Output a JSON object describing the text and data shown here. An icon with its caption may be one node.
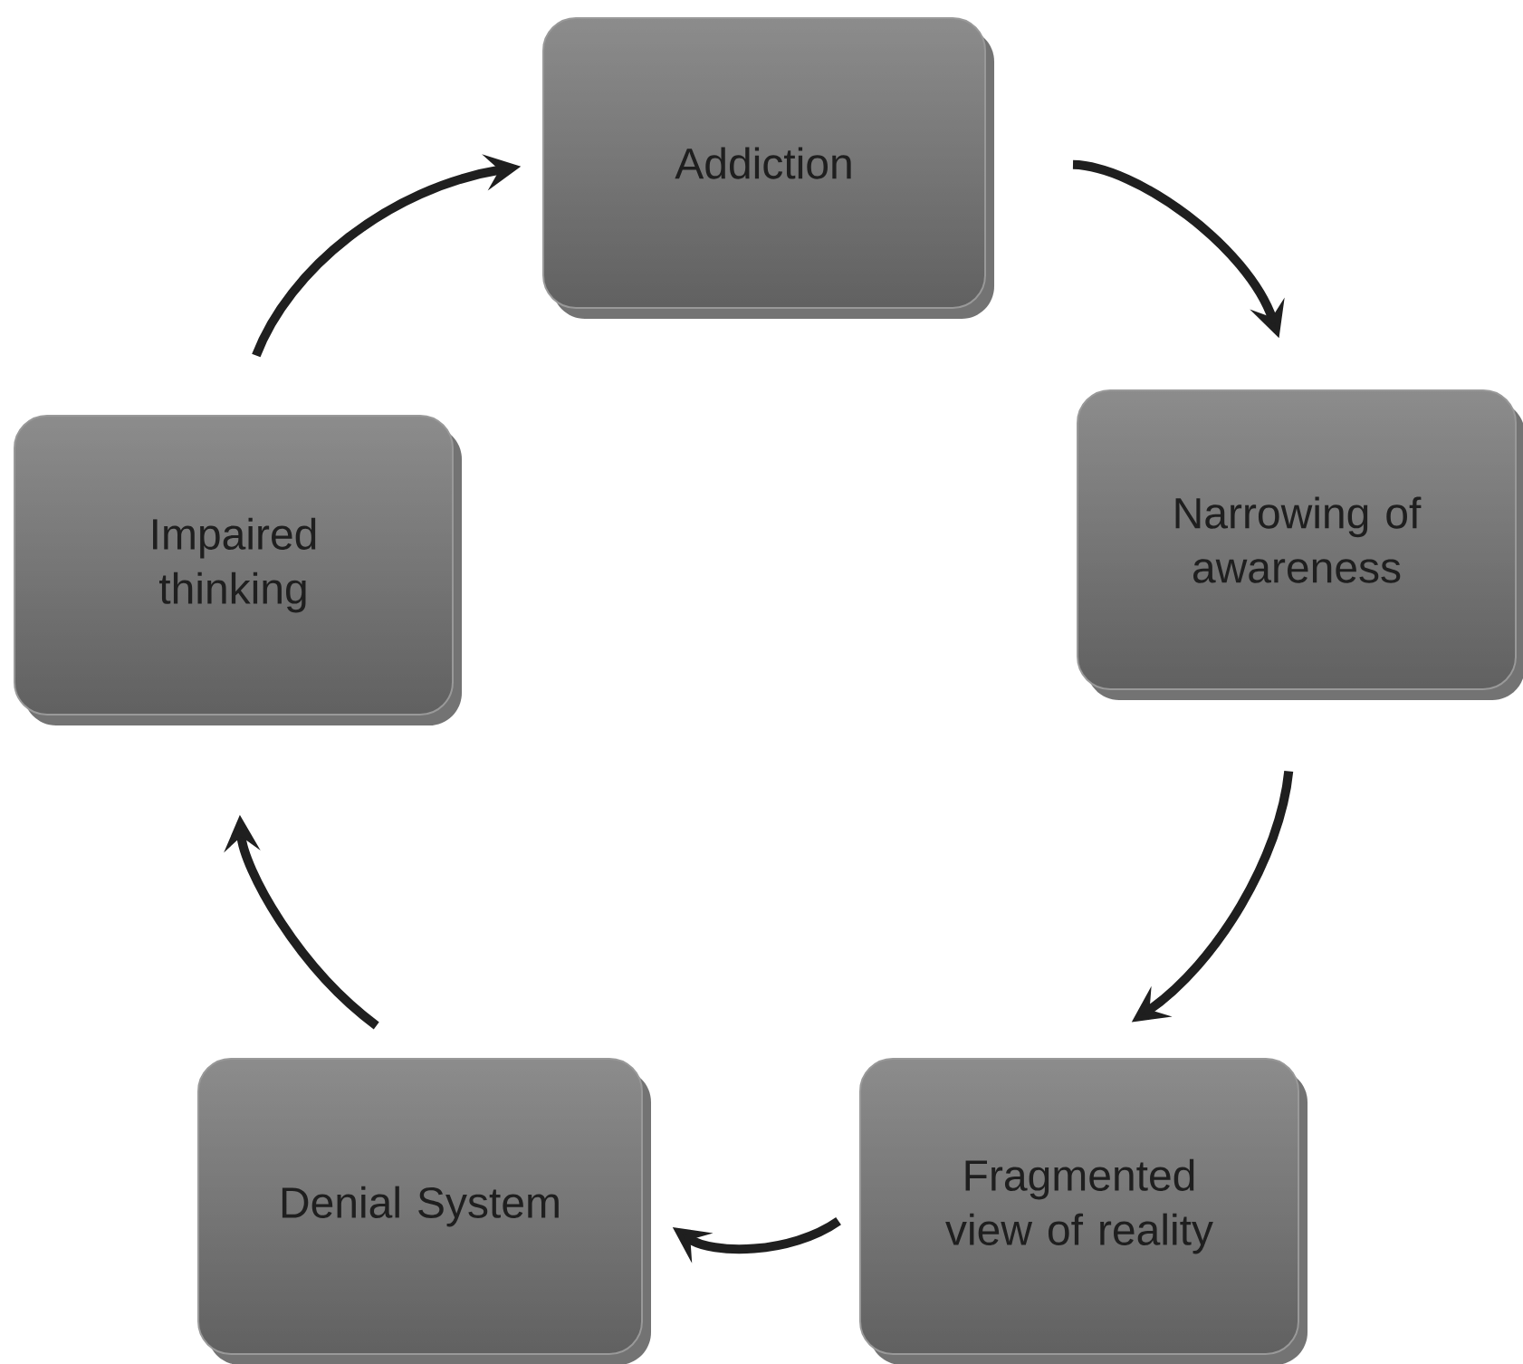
{
  "diagram": {
    "nodes": [
      {
        "text": [
          "Addiction"
        ]
      },
      {
        "text": [
          "Narrowing of awareness"
        ]
      },
      {
        "text": [
          "Fragmented view of reality"
        ]
      },
      {
        "text": [
          "Denial System"
        ]
      },
      {
        "text": [
          "Impaired thinking"
        ]
      }
    ],
    "edges": [
      {
        "from": 0,
        "to": 1,
        "arrow": "to"
      },
      {
        "from": 1,
        "to": 2,
        "arrow": "to"
      },
      {
        "from": 2,
        "to": 3,
        "arrow": "to"
      },
      {
        "from": 3,
        "to": 4,
        "arrow": "to"
      },
      {
        "from": 4,
        "to": 0,
        "arrow": "to"
      }
    ]
  }
}
